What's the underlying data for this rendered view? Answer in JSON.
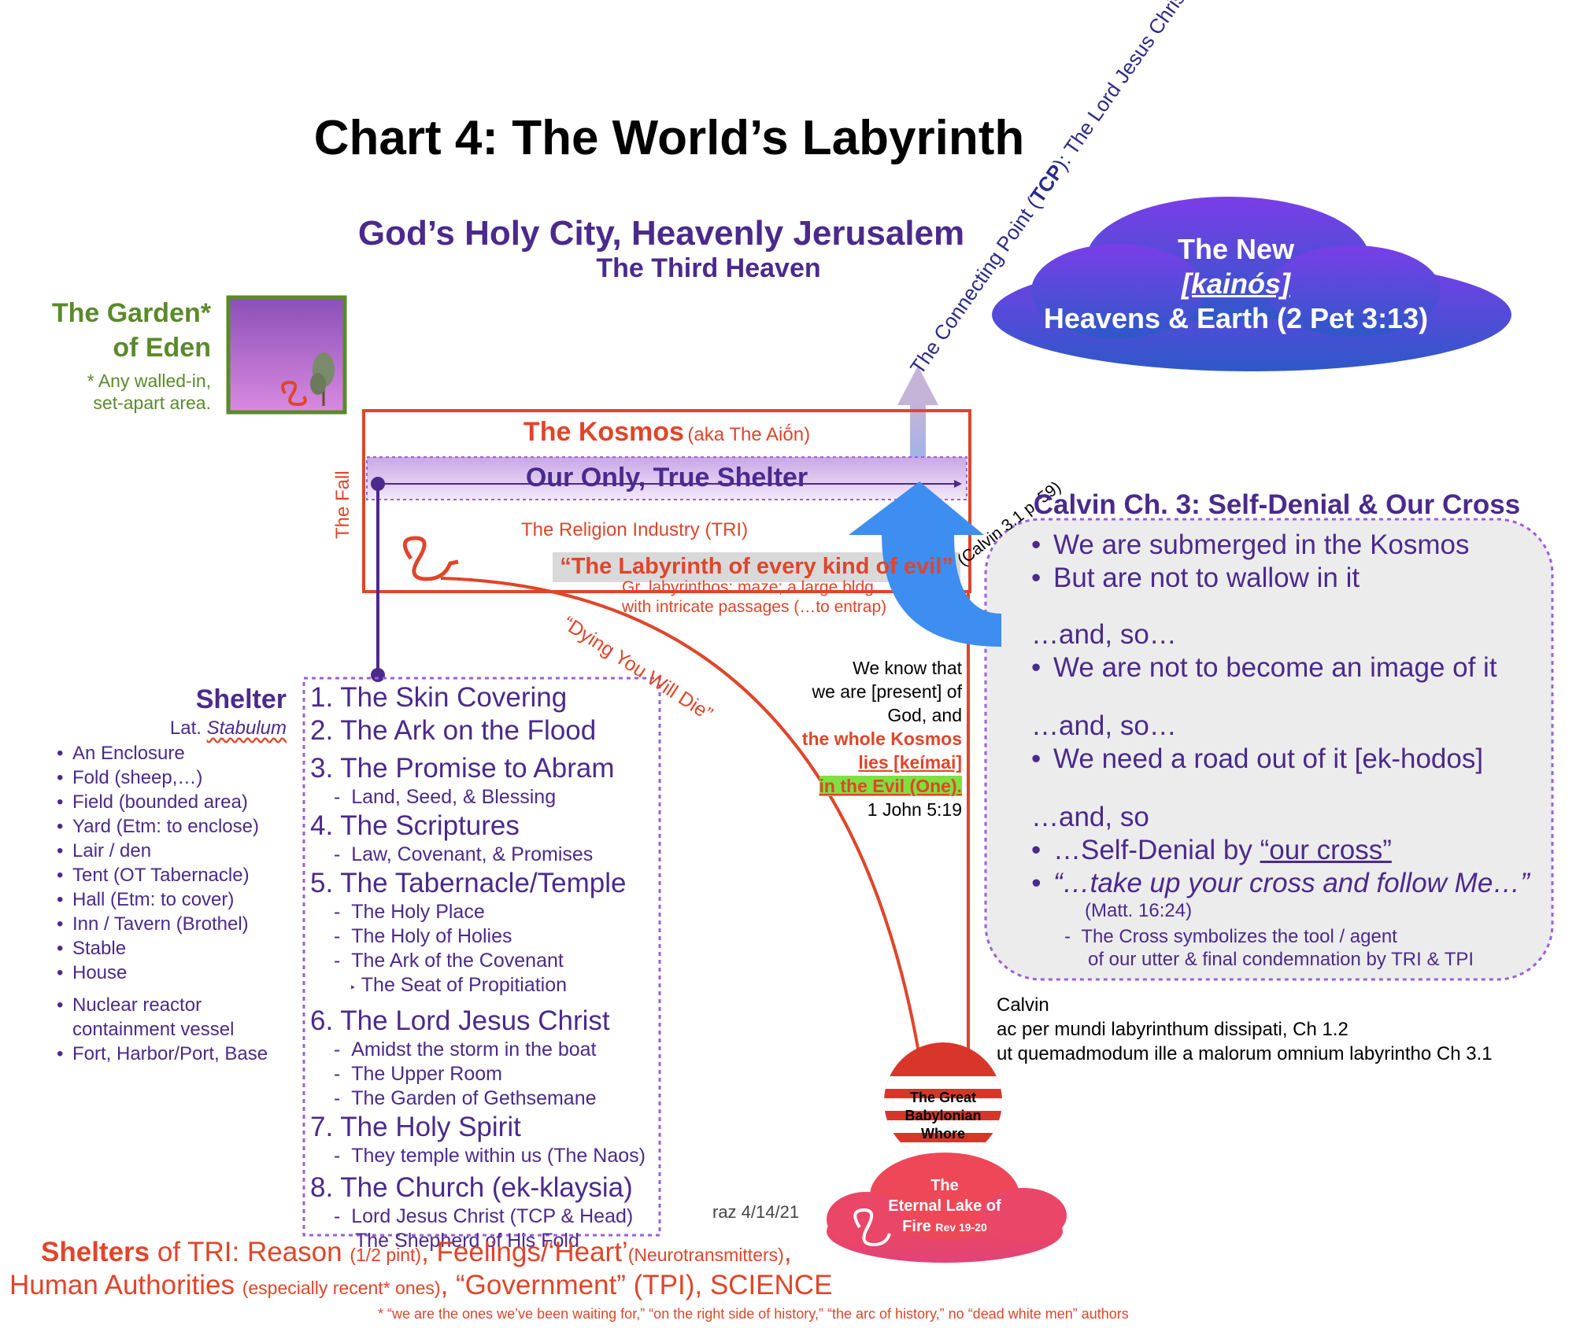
{
  "title": "Chart 4:  The World’s Labyrinth",
  "holy_city": {
    "line1": "God’s Holy City, Heavenly Jerusalem",
    "line2": "The Third Heaven"
  },
  "garden": {
    "line1": "The Garden*",
    "line2": "of Eden",
    "note1": "* Any walled-in,",
    "note2": "set-apart area."
  },
  "tcp_arrow": {
    "prefix": "The Connecting Point (",
    "abbr": "TCP",
    "suffix": "): The Lord Jesus Christ"
  },
  "new_heavens": {
    "line1": "The New",
    "line2": "[kainós]",
    "line3": "Heavens & Earth (2 Pet 3:13)"
  },
  "kosmos": {
    "title": "The Kosmos",
    "aka": "(aka The Aiṓn)",
    "shelter_bar": "Our Only, True Shelter",
    "fall": "The Fall",
    "religion": "The Religion Industry (TRI)",
    "labyrinth": "“The Labyrinth of every kind of evil”",
    "gr_note1": "Gr. labyrinthos: maze; a large bldg",
    "gr_note2": "with intricate passages (…to entrap)",
    "calvin_ref": "(Calvin 3.1 p. 59)",
    "dying": "“Dying You Will Die”"
  },
  "shelter": {
    "title": "Shelter",
    "lat": "Lat. ",
    "lat_word": "Stabulum",
    "items": [
      "An Enclosure",
      "Fold (sheep,…)",
      "Field (bounded area)",
      "Yard (Etm: to enclose)",
      "Lair / den",
      "Tent (OT Tabernacle)",
      "Hall (Etm: to cover)",
      "Inn / Tavern (Brothel)",
      "Stable",
      "House"
    ],
    "items2": [
      "Nuclear reactor",
      "containment vessel",
      "Fort, Harbor/Port, Base"
    ]
  },
  "numbered_list": [
    {
      "num": "1.",
      "text": "The Skin Covering",
      "subs": []
    },
    {
      "num": "2.",
      "text": "The Ark on the Flood",
      "subs": []
    },
    {
      "num": "3.",
      "text": "The Promise to Abram",
      "subs": [
        "Land, Seed, & Blessing"
      ]
    },
    {
      "num": "4.",
      "text": "The Scriptures",
      "subs": [
        "Law, Covenant, & Promises"
      ]
    },
    {
      "num": "5.",
      "text": "The Tabernacle/Temple",
      "subs": [
        "The Holy Place",
        "The Holy of Holies",
        "The Ark of the Covenant"
      ],
      "subsub": "The Seat of Propitiation"
    },
    {
      "num": "6.",
      "text": "The Lord Jesus Christ",
      "subs": [
        "Amidst the storm in the boat",
        "The Upper Room",
        "The Garden of Gethsemane"
      ]
    },
    {
      "num": "7.",
      "text": "The Holy Spirit",
      "subs": [
        "They temple within us (The Naos)"
      ]
    },
    {
      "num": "8.",
      "text": "The Church (ek-klaysia)",
      "subs": [
        "Lord Jesus Christ (TCP & Head)",
        "The Shepherd of His Fold"
      ]
    }
  ],
  "john_quote": {
    "l1": "We know that",
    "l2": "we are [present] of",
    "l3": "God, and",
    "l4": "the whole Kosmos",
    "l5": "lies [keímai]",
    "l6": "in the Evil (One).",
    "ref": "1 John 5:19"
  },
  "calvin_box": {
    "heading": "Calvin Ch. 3:  Self-Denial & Our Cross",
    "b1": "We are submerged in the Kosmos",
    "b2": "But are not to wallow in it",
    "and_so1": "…and, so…",
    "b3": "We are not to become an image of it",
    "and_so2": "…and, so…",
    "b4": "We need a road out of it [ek-hodos]",
    "and_so3": "…and, so",
    "b5_pre": "…Self-Denial by ",
    "b5_link": "“our cross”",
    "b6": "“…take up your cross and follow Me…”",
    "b6_ref": "(Matt. 16:24)",
    "b7a": "The Cross symbolizes the tool / agent",
    "b7b": "of our utter & final condemnation by TRI & TPI"
  },
  "calvin_latin": {
    "l1": "Calvin",
    "l2": "ac per mundi labyrinthum dissipati,  Ch 1.2",
    "l3": "ut quemadmodum ille a malorum omnium labyrintho Ch 3.1"
  },
  "whore": {
    "l1": "The Great",
    "l2": "Babylonian",
    "l3": "Whore"
  },
  "lake": {
    "l1": "The",
    "l2": "Eternal Lake of",
    "l3": "Fire",
    "ref": "Rev 19-20"
  },
  "signature": "raz 4/14/21",
  "tri_shelters": {
    "p1": "Shelters",
    "p2": " of TRI:  Reason ",
    "p3": "(1/2 pint)",
    "p4": ", Feelings/‘Heart’",
    "p5": "(Neurotransmitters)",
    "p6": ",",
    "q1": "Human Authorities ",
    "q2": "(especially recent* ones)",
    "q3": ", “Government” (TPI), SCIENCE"
  },
  "footnote": "* “we are the ones we’ve been waiting for,” “on the right side of history,” “the arc of history,” no “dead white men” authors",
  "colors": {
    "purple": "#4a2a8c",
    "red": "#e0452a",
    "green": "#5a8a2a",
    "cloud_blue": "#3b4fd0",
    "arrow_blue": "#3d8ef0"
  }
}
